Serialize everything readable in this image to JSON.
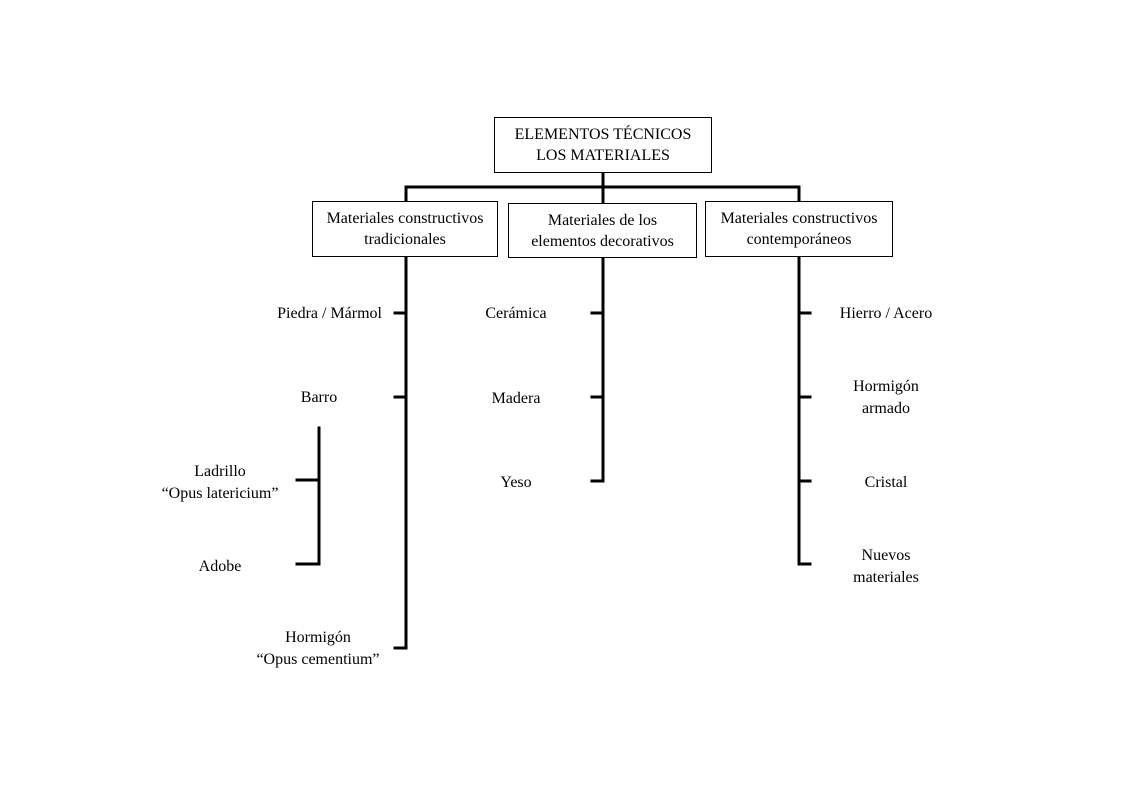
{
  "root": {
    "label": "ELEMENTOS TÉCNICOS\nLOS MATERIALES"
  },
  "categories": [
    {
      "label": "Materiales constructivos\ntradicionales"
    },
    {
      "label": "Materiales de los\nelementos decorativos"
    },
    {
      "label": "Materiales constructivos\ncontemporáneos"
    }
  ],
  "tradicionales": {
    "items": [
      "Piedra / Mármol",
      "Barro",
      "Hormigón\n“Opus cementium”"
    ],
    "barro_sub": [
      "Ladrillo\n“Opus latericium”",
      "Adobe"
    ]
  },
  "decorativos": {
    "items": [
      "Cerámica",
      "Madera",
      "Yeso"
    ]
  },
  "contemporaneos": {
    "items": [
      "Hierro / Acero",
      "Hormigón\narmado",
      "Cristal",
      "Nuevos\nmateriales"
    ]
  },
  "colors": {
    "line": "#000000",
    "background": "#ffffff"
  }
}
